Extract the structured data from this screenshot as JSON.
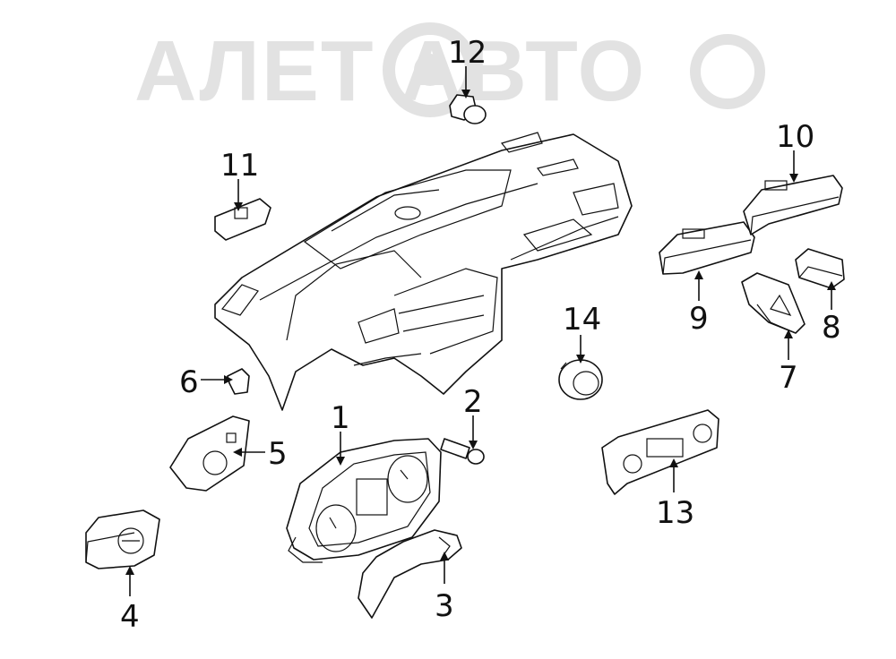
{
  "watermark": {
    "text": "АЛЕТ  АВТО"
  },
  "callouts": [
    {
      "id": "1",
      "label": "1"
    },
    {
      "id": "2",
      "label": "2"
    },
    {
      "id": "3",
      "label": "3"
    },
    {
      "id": "4",
      "label": "4"
    },
    {
      "id": "5",
      "label": "5"
    },
    {
      "id": "6",
      "label": "6"
    },
    {
      "id": "7",
      "label": "7"
    },
    {
      "id": "8",
      "label": "8"
    },
    {
      "id": "9",
      "label": "9"
    },
    {
      "id": "10",
      "label": "10"
    },
    {
      "id": "11",
      "label": "11"
    },
    {
      "id": "12",
      "label": "12"
    },
    {
      "id": "13",
      "label": "13"
    },
    {
      "id": "14",
      "label": "14"
    }
  ]
}
